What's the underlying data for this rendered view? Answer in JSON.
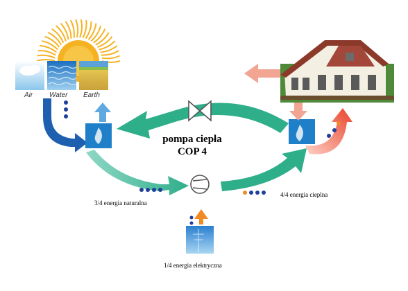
{
  "sources": {
    "air": "Air",
    "water": "Water",
    "earth": "Earth"
  },
  "center": {
    "line1": "pompa ciepła",
    "line2": "COP 4"
  },
  "labels": {
    "natural": "3/4 energia naturalna",
    "heat": "4/4 energia cieplna",
    "electric": "1/4 energia elektryczna"
  },
  "colors": {
    "loop": "#2fae8a",
    "loop_light": "#8fd8c6",
    "input_arrow": "#1f5fb0",
    "cold_arrow": "#5fa8e0",
    "heat_arrow": "#e8432c",
    "return_arrow": "#f2a592",
    "electric_arrow": "#f08a24",
    "dots_blue": "#1f3f9a",
    "dots_orange": "#f08a24",
    "sun": "#f5b323"
  }
}
